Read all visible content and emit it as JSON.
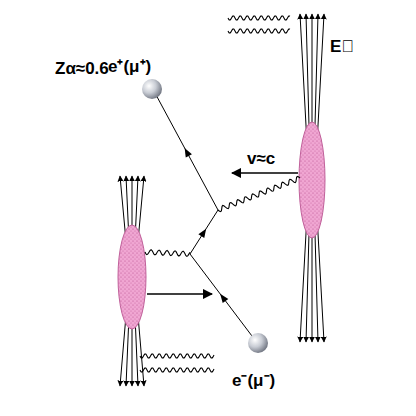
{
  "diagram": {
    "labels": [
      "Zα≈0.6",
      "E⃗",
      "e⁺(μ⁺)",
      "v≈c",
      "e⁻(μ⁻)"
    ]
  }
}
